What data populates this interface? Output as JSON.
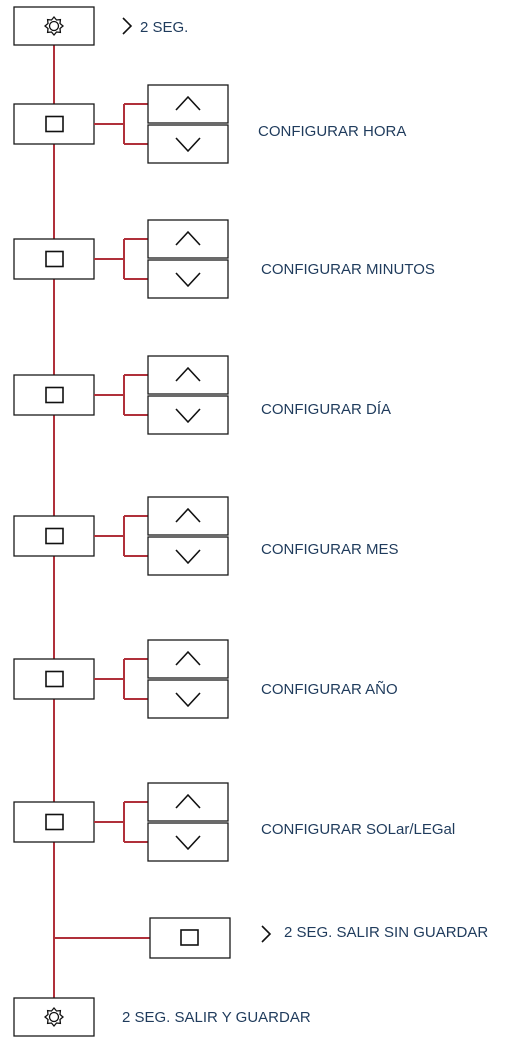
{
  "labels": {
    "start_hold": "2 SEG.",
    "steps": [
      "CONFIGURAR HORA",
      "CONFIGURAR MINUTOS",
      "CONFIGURAR DÍA",
      "CONFIGURAR MES",
      "CONFIGURAR AÑO",
      "CONFIGURAR SOLar/LEGal"
    ],
    "exit_no_save": "2 SEG. SALIR SIN GUARDAR",
    "exit_save": "2 SEG. SALIR Y GUARDAR"
  },
  "icons": {
    "settings": "gear-icon",
    "select": "square-icon",
    "up": "chevron-up-icon",
    "down": "chevron-down-icon",
    "hold_marker": "chevron-right-icon"
  },
  "colors": {
    "connector": "#b0303a",
    "text": "#1f3b5c",
    "box_border": "#1a1a1a"
  }
}
